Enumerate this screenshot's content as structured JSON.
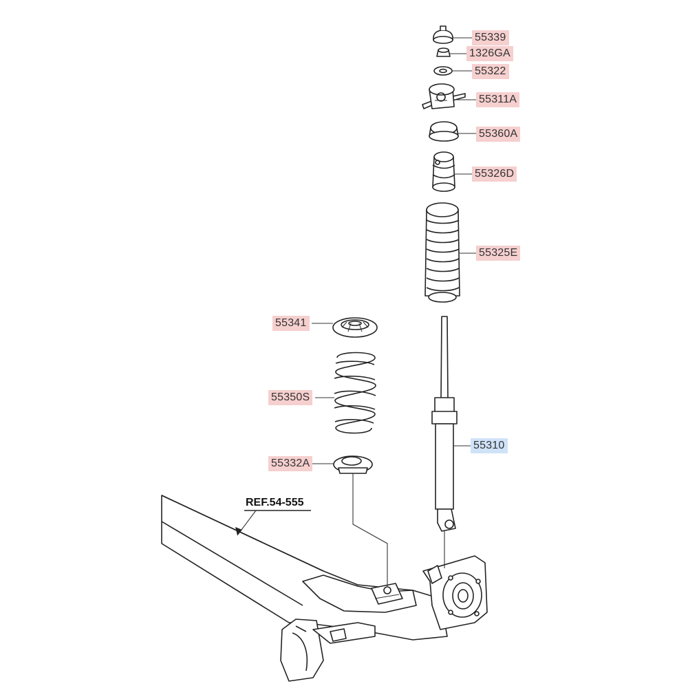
{
  "parts": [
    {
      "id": "55339",
      "highlight": "#f6cfcf"
    },
    {
      "id": "1326GA",
      "highlight": "#f6cfcf"
    },
    {
      "id": "55322",
      "highlight": "#f6cfcf"
    },
    {
      "id": "55311A",
      "highlight": "#f6cfcf"
    },
    {
      "id": "55360A",
      "highlight": "#f6cfcf"
    },
    {
      "id": "55326D",
      "highlight": "#f6cfcf"
    },
    {
      "id": "55325E",
      "highlight": "#f6cfcf"
    },
    {
      "id": "55341",
      "highlight": "#f6cfcf"
    },
    {
      "id": "55350S",
      "highlight": "#f6cfcf"
    },
    {
      "id": "55332A",
      "highlight": "#f6cfcf"
    },
    {
      "id": "55310",
      "highlight": "#cfe2f8"
    }
  ],
  "reference": "REF.54-555"
}
